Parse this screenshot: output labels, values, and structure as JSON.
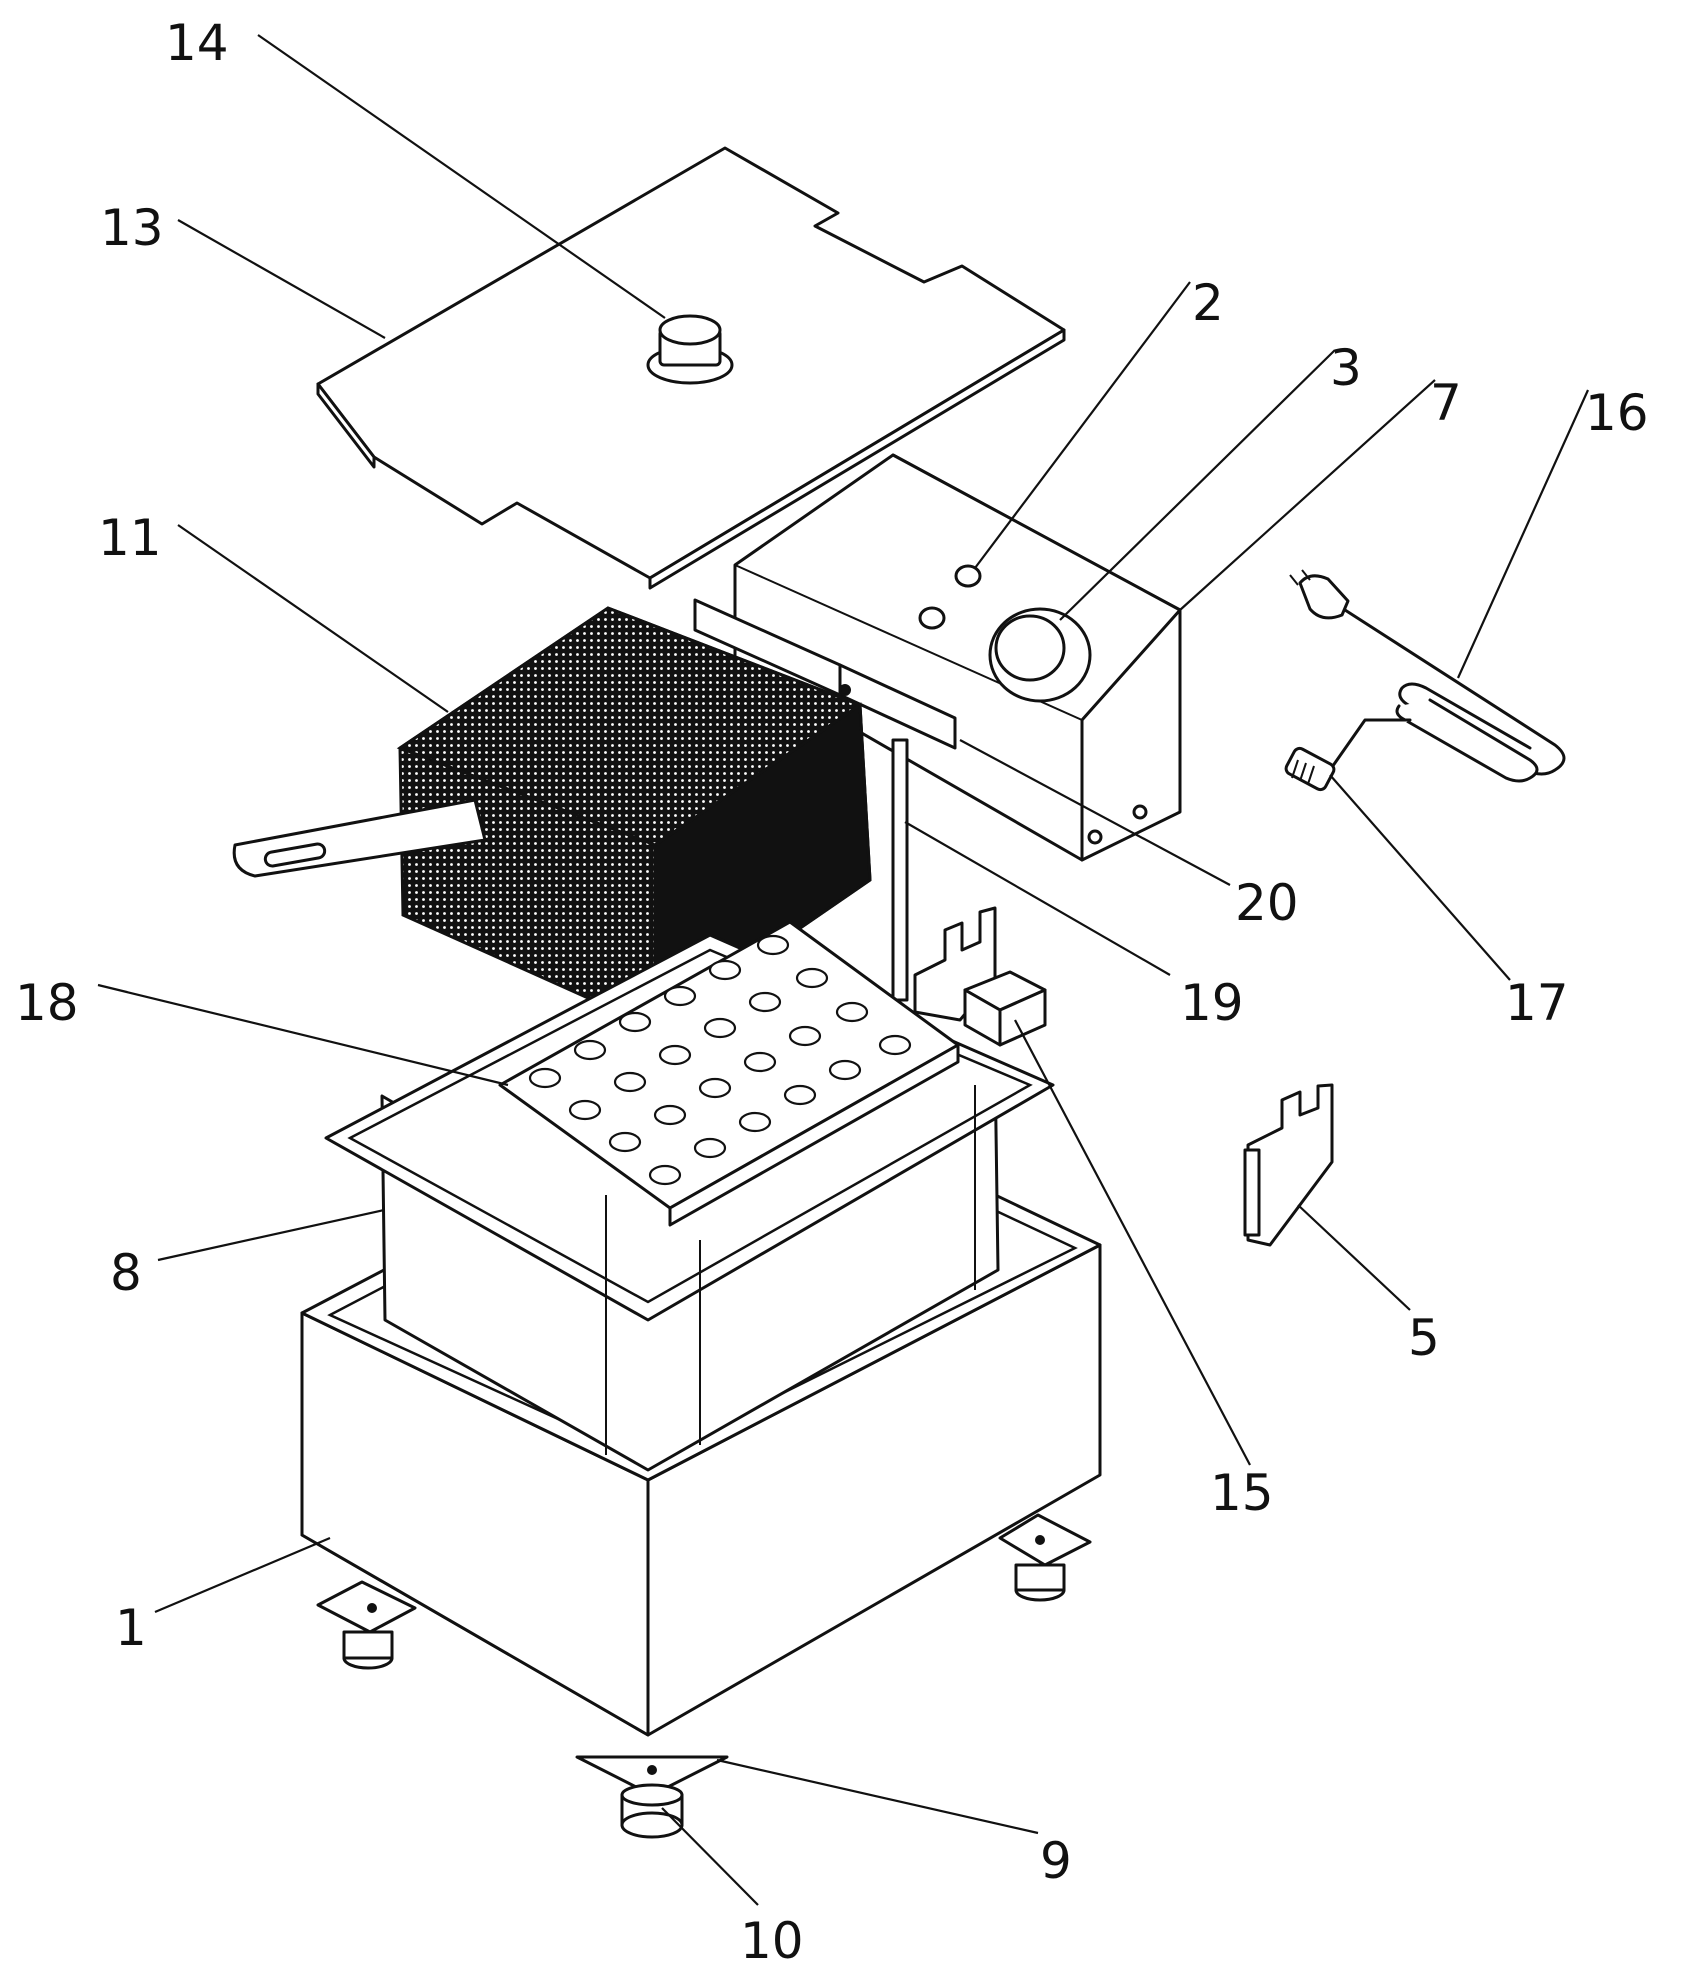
{
  "figure": {
    "callouts": [
      {
        "id": "14",
        "text": "14"
      },
      {
        "id": "13",
        "text": "13"
      },
      {
        "id": "2",
        "text": "2"
      },
      {
        "id": "3",
        "text": "3"
      },
      {
        "id": "7",
        "text": "7"
      },
      {
        "id": "16",
        "text": "16"
      },
      {
        "id": "11",
        "text": "11"
      },
      {
        "id": "20",
        "text": "20"
      },
      {
        "id": "19",
        "text": "19"
      },
      {
        "id": "17",
        "text": "17"
      },
      {
        "id": "18",
        "text": "18"
      },
      {
        "id": "8",
        "text": "8"
      },
      {
        "id": "5",
        "text": "5"
      },
      {
        "id": "15",
        "text": "15"
      },
      {
        "id": "1",
        "text": "1"
      },
      {
        "id": "9",
        "text": "9"
      },
      {
        "id": "10",
        "text": "10"
      }
    ]
  }
}
